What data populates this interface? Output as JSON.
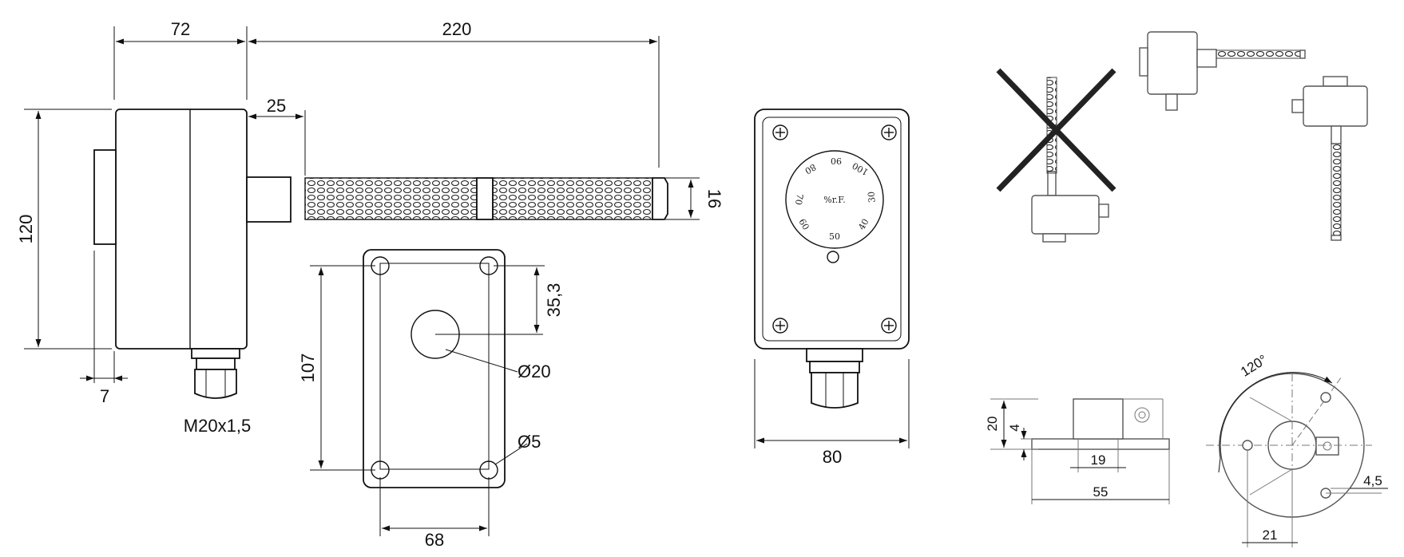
{
  "side_view": {
    "housing_width": "72",
    "probe_length": "220",
    "probe_offset": "25",
    "height": "120",
    "probe_diameter": "16",
    "lid_thickness": "7",
    "cable_gland": "M20x1,5"
  },
  "mounting_plate": {
    "hole_spacing_vertical": "107",
    "center_offset": "35,3",
    "center_hole": "Ø20",
    "corner_holes": "Ø5",
    "hole_spacing_horizontal": "68"
  },
  "front_view": {
    "width": "80",
    "dial_unit": "%r.F.",
    "dial_scale": [
      "90",
      "100",
      "80",
      "70",
      "60",
      "50",
      "40",
      "30"
    ]
  },
  "flange": {
    "height": "20",
    "thickness": "4",
    "inner_width": "19",
    "length": "55",
    "angle": "120°",
    "hole": "4,5",
    "offset": "21"
  }
}
